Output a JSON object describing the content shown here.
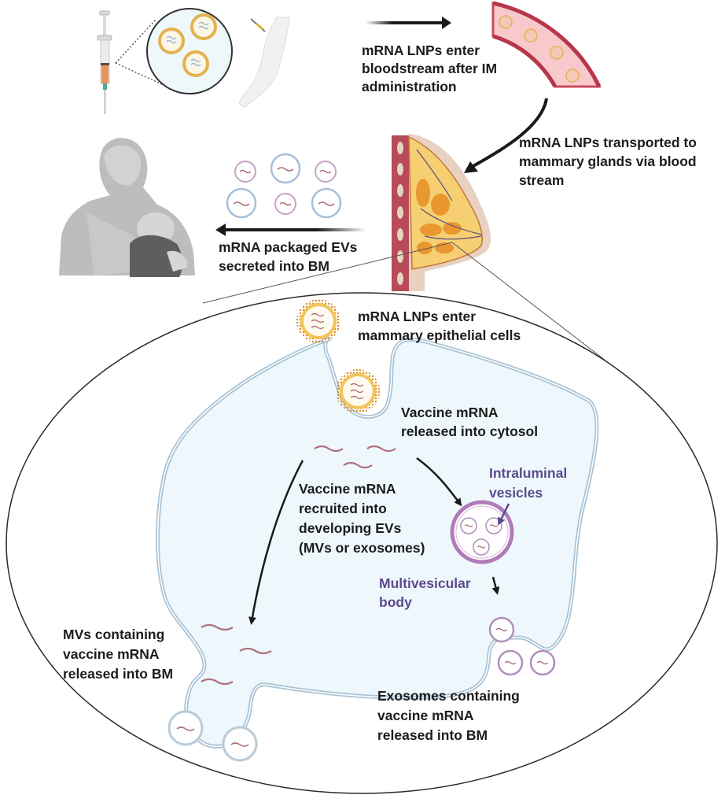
{
  "title": "Proposed pathway of mRNA vaccine LNPs into breast milk",
  "colors": {
    "text": "#1c1c1c",
    "purple_label": "#5b4a8c",
    "cell_fill": "#eef8fc",
    "cell_membrane": "#a9c3d6",
    "lnp_shell": "#e8a93a",
    "mrna": "#b0707a",
    "mvb": "#b07bb8",
    "vessel": "#c9495a",
    "breast_tissue": "#f4c56a"
  },
  "steps": {
    "step1": {
      "lines": [
        "mRNA LNPs enter",
        "bloodstream after IM",
        "administration"
      ]
    },
    "step2": {
      "lines": [
        "mRNA LNPs transported to",
        "mammary glands via blood",
        "stream"
      ]
    },
    "step3": {
      "lines": [
        "mRNA packaged EVs",
        "secreted into BM"
      ]
    }
  },
  "cell": {
    "entry": {
      "lines": [
        "mRNA LNPs enter",
        "mammary epithelial cells"
      ]
    },
    "release": {
      "lines": [
        "Vaccine mRNA",
        "released into cytosol"
      ]
    },
    "recruit": {
      "lines": [
        "Vaccine mRNA",
        "recruited into",
        "developing EVs",
        "(MVs or exosomes)"
      ]
    },
    "ilv": {
      "lines": [
        "Intraluminal",
        "vesicles"
      ]
    },
    "mvb": {
      "lines": [
        "Multivesicular",
        "body"
      ]
    },
    "mvs_release": {
      "lines": [
        "MVs containing",
        "vaccine mRNA",
        "released into BM"
      ]
    },
    "exo_release": {
      "lines": [
        "Exosomes containing",
        "vaccine mRNA",
        "released into BM"
      ]
    }
  },
  "icons": [
    "syringe-icon",
    "lnp-magnified-icon",
    "arm-injection-icon",
    "blood-vessel-icon",
    "breast-anatomy-icon",
    "breastfeeding-mother-icon",
    "extracellular-vesicles-icon"
  ]
}
